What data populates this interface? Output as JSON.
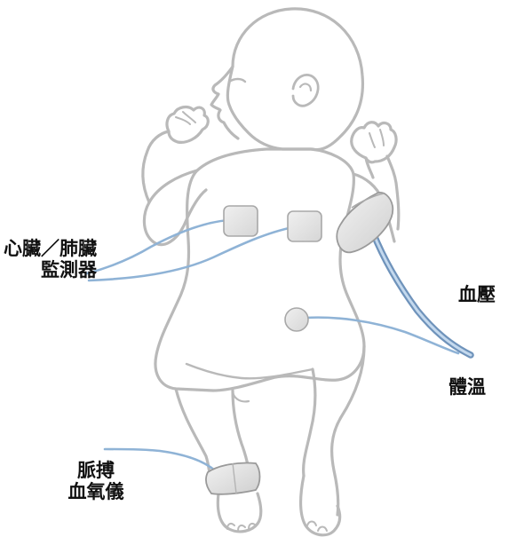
{
  "labels": {
    "heart_lung_line1": "心臟／肺臟",
    "heart_lung_line2": "監測器",
    "blood_pressure": "血壓",
    "body_temperature": "體溫",
    "pulse_oximeter_line1": "脈搏",
    "pulse_oximeter_line2": "血氧儀"
  },
  "colors": {
    "outline": "#b9b9b9",
    "cable": "#8fb3d6",
    "cable_dark": "#6f93bb",
    "pad": "#e6e6e6",
    "text": "#111111"
  }
}
